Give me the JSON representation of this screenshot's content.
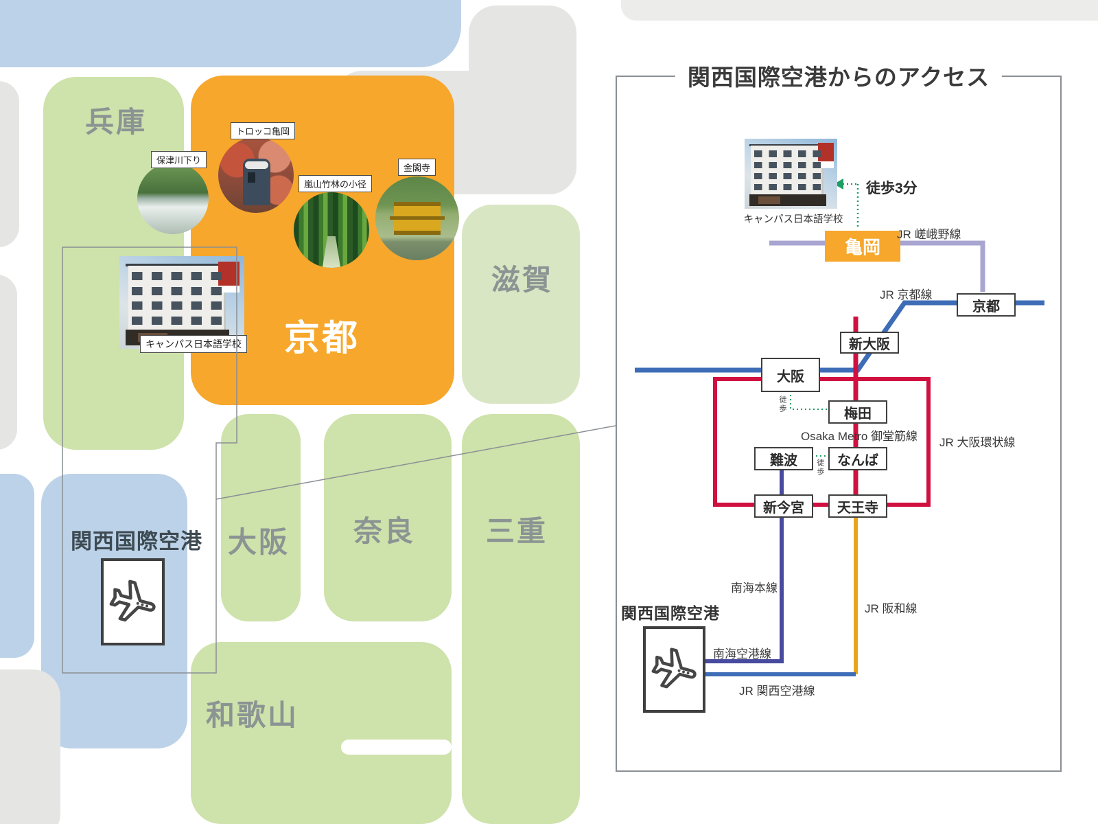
{
  "map": {
    "prefectures": [
      {
        "id": "hyogo",
        "label": "兵庫"
      },
      {
        "id": "kyoto",
        "label": "京都"
      },
      {
        "id": "shiga",
        "label": "滋賀"
      },
      {
        "id": "osaka",
        "label": "大阪"
      },
      {
        "id": "nara",
        "label": "奈良"
      },
      {
        "id": "mie",
        "label": "三重"
      },
      {
        "id": "wakayama",
        "label": "和歌山"
      }
    ],
    "airport_label": "関西国際空港",
    "school_photo_caption": "キャンパス日本語学校",
    "photo_spots": [
      {
        "id": "hozugawa",
        "label": "保津川下り"
      },
      {
        "id": "torokko",
        "label": "トロッコ亀岡"
      },
      {
        "id": "arashiyama",
        "label": "嵐山竹林の小径"
      },
      {
        "id": "kinkakuji",
        "label": "金閣寺"
      }
    ],
    "colors": {
      "sea_blue": "#bcd2e8",
      "prefecture_green": "#cee2ab",
      "shiga_green": "#d9e6c3",
      "other_gray": "#e5e5e3",
      "kyoto_orange": "#f6a72c",
      "label_gray": "#8b9493"
    }
  },
  "panel": {
    "title": "関西国際空港からのアクセス",
    "school_caption": "キャンパス日本語学校",
    "walk_3min": "徒歩3分",
    "walk": "徒歩",
    "airport_label": "関西国際空港",
    "stations": {
      "kameoka": "亀岡",
      "kyoto": "京都",
      "shin_osaka": "新大阪",
      "osaka": "大阪",
      "umeda": "梅田",
      "namba_nankai": "難波",
      "namba_metro": "なんば",
      "shin_imamiya": "新今宮",
      "tennoji": "天王寺"
    },
    "lines": {
      "jr_sagano": {
        "label": "JR 嵯峨野線",
        "color": "#a8a5d1"
      },
      "jr_kyoto": {
        "label": "JR 京都線",
        "color": "#3e6db7"
      },
      "midosuji": {
        "label": "Osaka Metro 御堂筋線",
        "color": "#d01040"
      },
      "jr_loop": {
        "label": "JR 大阪環状線",
        "color": "#d01040"
      },
      "nankai_main": {
        "label": "南海本線",
        "color": "#474a9e"
      },
      "jr_hanwa": {
        "label": "JR 阪和線",
        "color": "#e8a51c"
      },
      "nankai_airport": {
        "label": "南海空港線",
        "color": "#474a9e"
      },
      "jr_kansai_airport": {
        "label": "JR 関西空港線",
        "color": "#3e6db7"
      },
      "walk_dotted": {
        "color": "#1f9e63"
      }
    }
  }
}
